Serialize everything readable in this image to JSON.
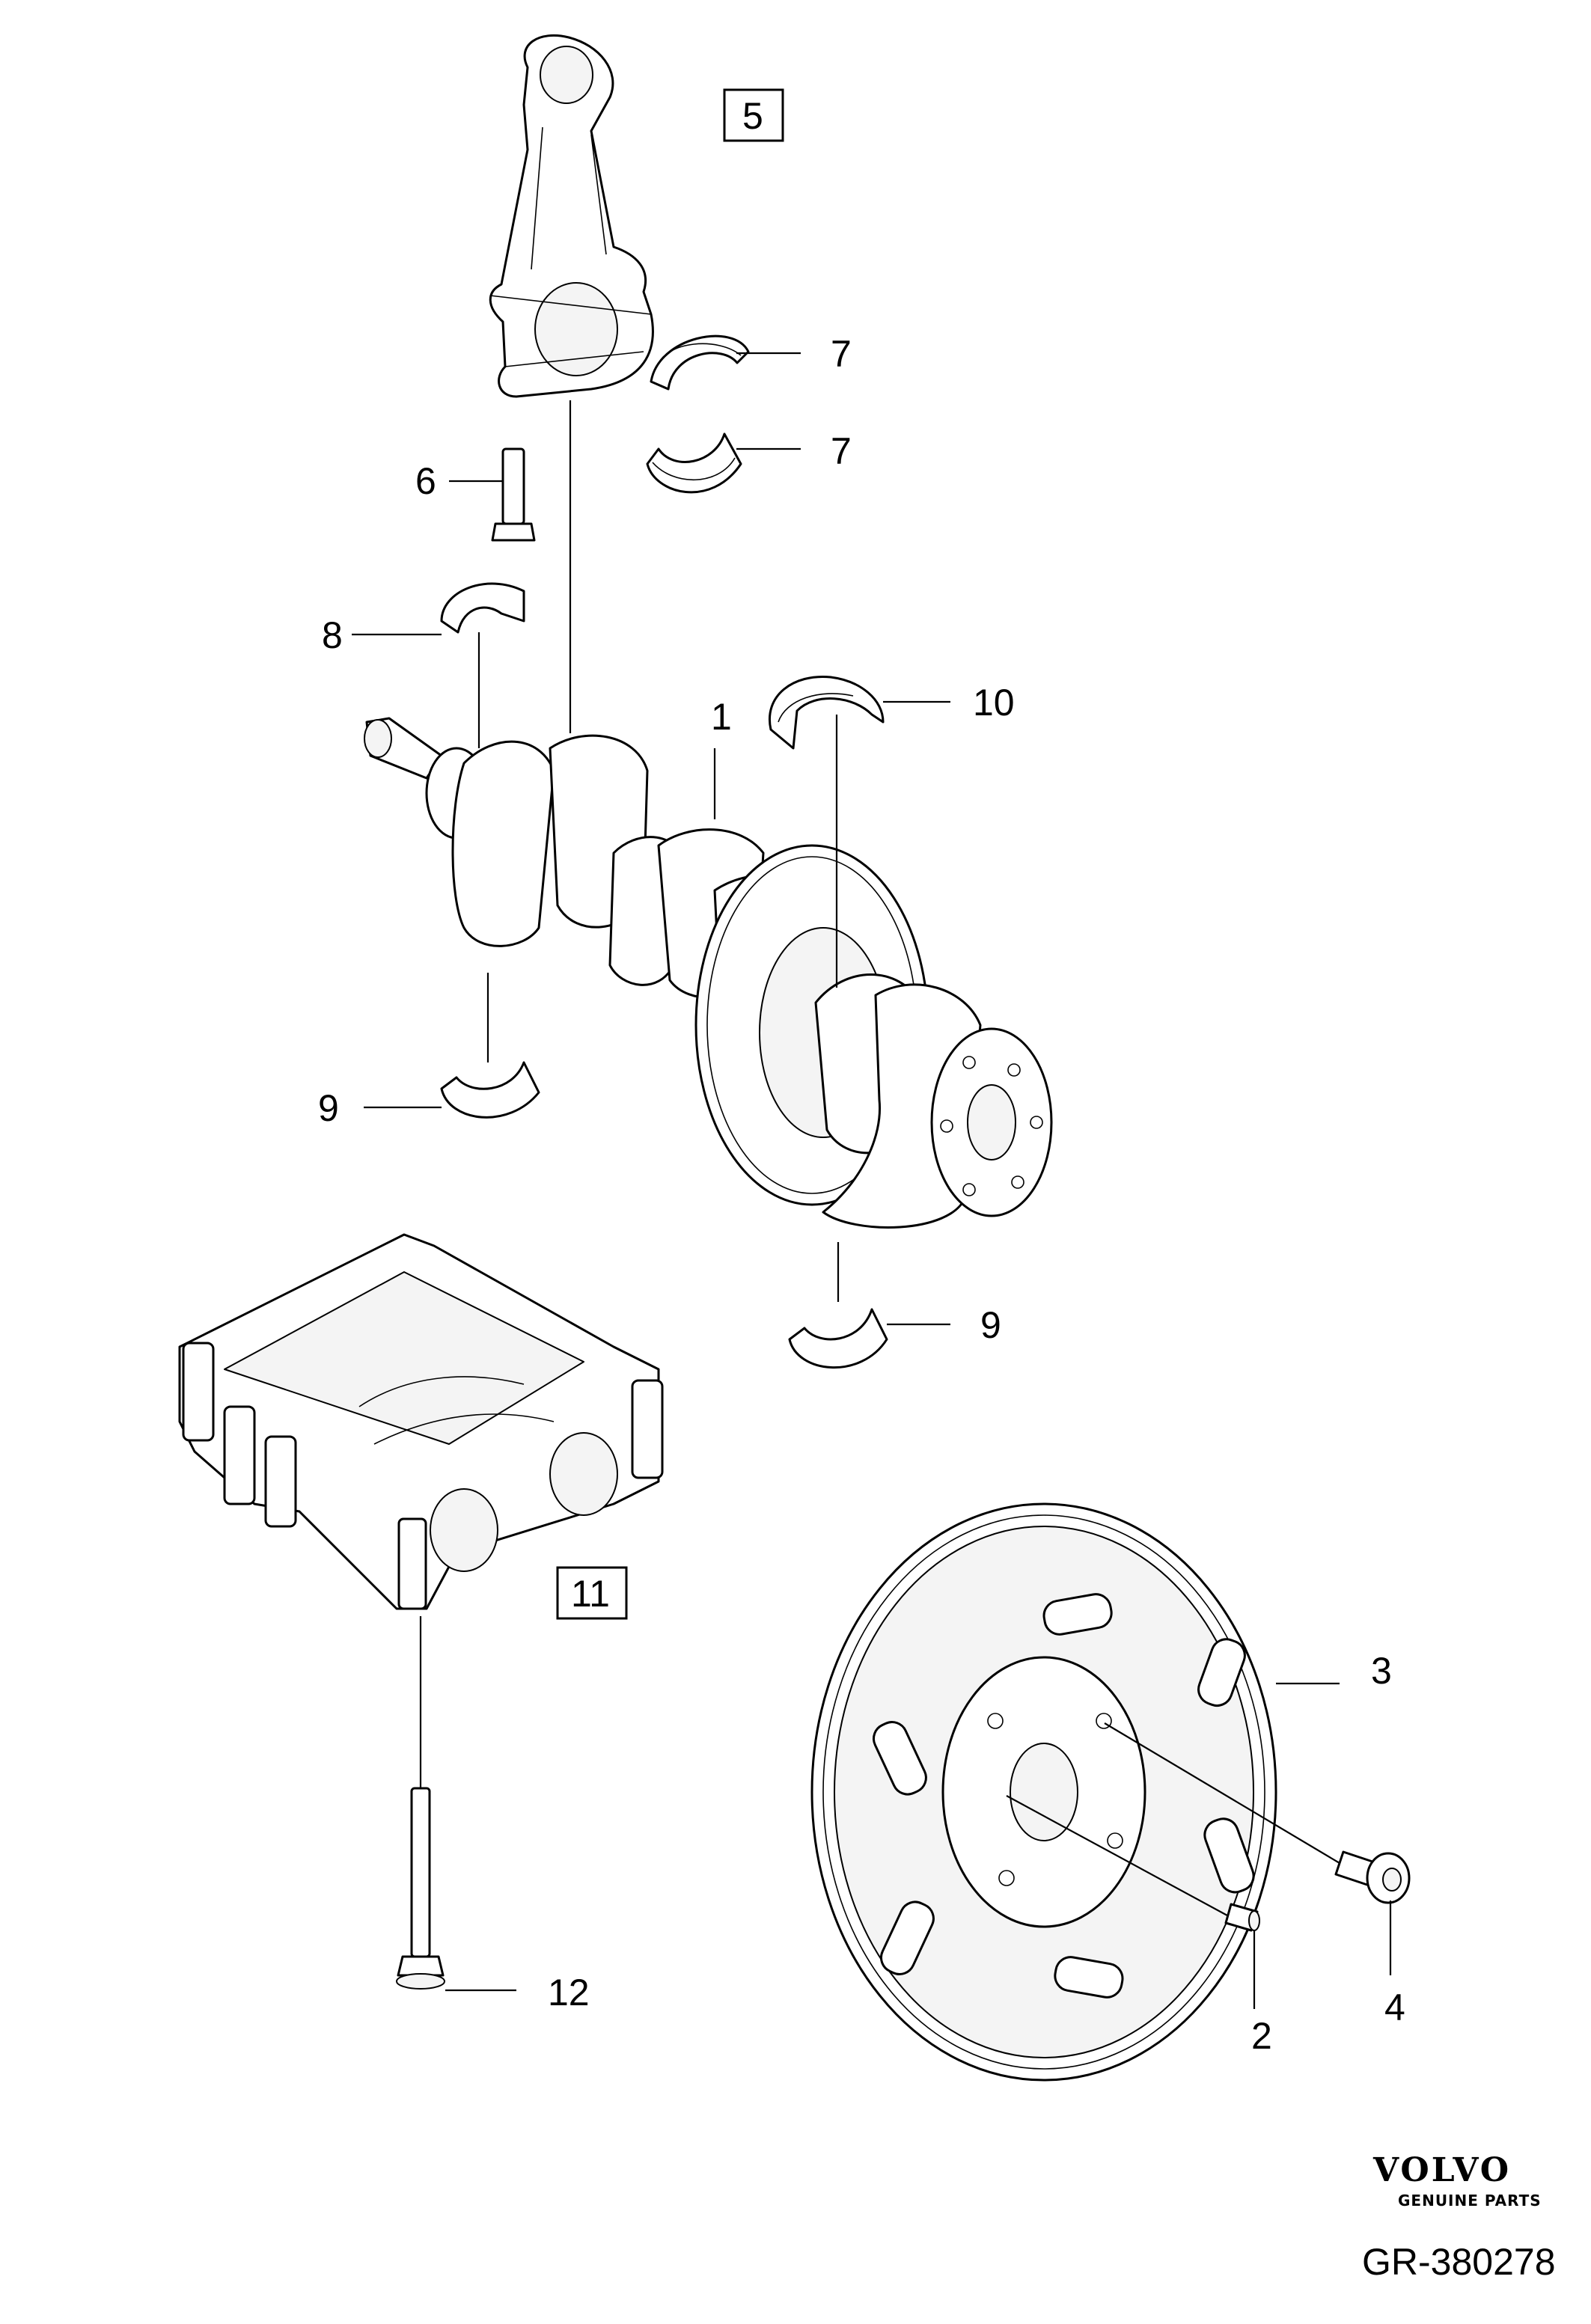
{
  "callouts": {
    "c1": "1",
    "c2": "2",
    "c3": "3",
    "c4": "4",
    "c5": "5",
    "c6": "6",
    "c7a": "7",
    "c7b": "7",
    "c8": "8",
    "c9a": "9",
    "c9b": "9",
    "c10": "10",
    "c11": "11",
    "c12": "12"
  },
  "logo": {
    "brand": "VOLVO",
    "tagline": "GENUINE PARTS"
  },
  "reference": "GR-380278"
}
